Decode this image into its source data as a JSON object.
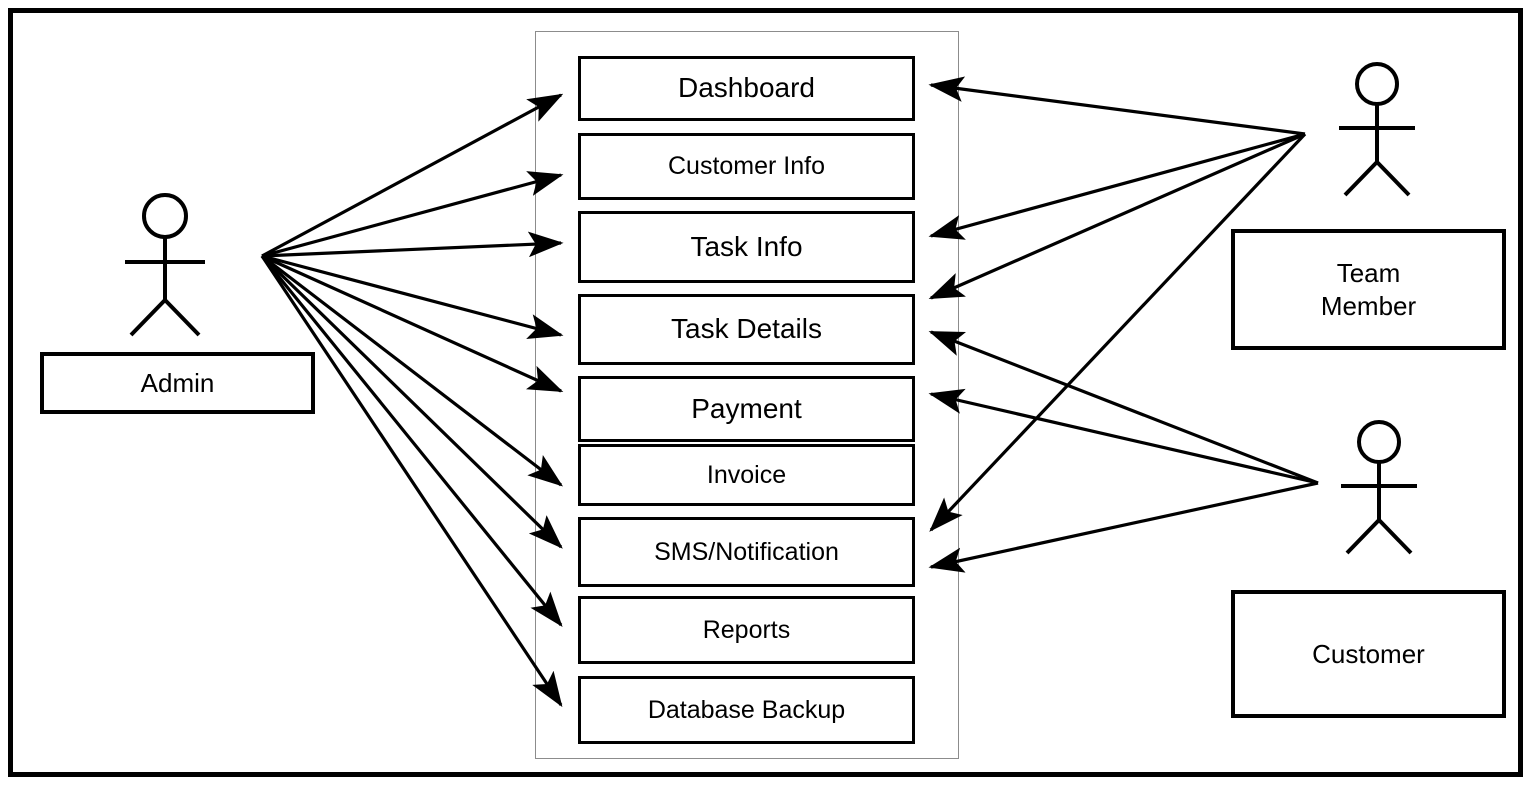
{
  "diagram": {
    "type": "uml-use-case-diagram",
    "system_boundary_label": "",
    "colors": {
      "stroke": "#000000",
      "background": "#ffffff",
      "boundary_stroke": "#8c8c8c"
    }
  },
  "use_cases": [
    {
      "id": "dashboard",
      "label": "Dashboard",
      "size": "big"
    },
    {
      "id": "customer-info",
      "label": "Customer Info",
      "size": "mid"
    },
    {
      "id": "task-info",
      "label": "Task Info",
      "size": "big"
    },
    {
      "id": "task-details",
      "label": "Task Details",
      "size": "big"
    },
    {
      "id": "payment",
      "label": "Payment",
      "size": "big"
    },
    {
      "id": "invoice",
      "label": "Invoice",
      "size": "mid"
    },
    {
      "id": "sms-notification",
      "label": "SMS/Notification",
      "size": "mid"
    },
    {
      "id": "reports",
      "label": "Reports",
      "size": "mid"
    },
    {
      "id": "database-backup",
      "label": "Database Backup",
      "size": "mid"
    }
  ],
  "actors": [
    {
      "id": "admin",
      "label": "Admin",
      "label_lines": [
        "Admin"
      ]
    },
    {
      "id": "team-member",
      "label": "Team Member",
      "label_lines": [
        "Team",
        "Member"
      ]
    },
    {
      "id": "customer",
      "label": "Customer",
      "label_lines": [
        "Customer"
      ]
    }
  ],
  "associations": [
    {
      "from": "admin",
      "to": "dashboard"
    },
    {
      "from": "admin",
      "to": "customer-info"
    },
    {
      "from": "admin",
      "to": "task-info"
    },
    {
      "from": "admin",
      "to": "task-details"
    },
    {
      "from": "admin",
      "to": "payment"
    },
    {
      "from": "admin",
      "to": "invoice"
    },
    {
      "from": "admin",
      "to": "sms-notification"
    },
    {
      "from": "admin",
      "to": "reports"
    },
    {
      "from": "admin",
      "to": "database-backup"
    },
    {
      "from": "team-member",
      "to": "dashboard"
    },
    {
      "from": "team-member",
      "to": "task-info"
    },
    {
      "from": "team-member",
      "to": "task-details"
    },
    {
      "from": "team-member",
      "to": "sms-notification"
    },
    {
      "from": "customer",
      "to": "task-details"
    },
    {
      "from": "customer",
      "to": "payment"
    },
    {
      "from": "customer",
      "to": "sms-notification"
    }
  ]
}
